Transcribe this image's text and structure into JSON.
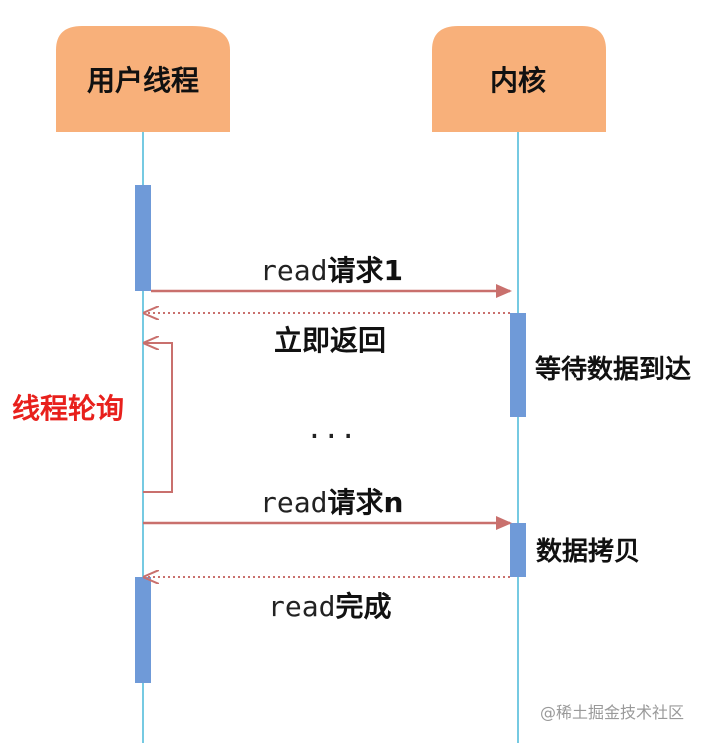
{
  "actors": {
    "user_thread": "用户线程",
    "kernel": "内核"
  },
  "messages": {
    "read_request_1_prefix": "read",
    "read_request_1_suffix": "请求1",
    "immediate_return": "立即返回",
    "ellipsis": "...",
    "read_request_n_prefix": "read",
    "read_request_n_suffix": "请求n",
    "read_complete_prefix": "read",
    "read_complete_suffix": "完成"
  },
  "notes": {
    "wait_for_data": "等待数据到达",
    "data_copy": "数据拷贝",
    "thread_polling": "线程轮询"
  },
  "watermark": "@稀土掘金技术社区",
  "colors": {
    "actor_box": "#f8b07a",
    "lifeline": "#49b8d8",
    "activation": "#6f9ad8",
    "arrow": "#c9706d",
    "poll_text": "#e8201c"
  }
}
